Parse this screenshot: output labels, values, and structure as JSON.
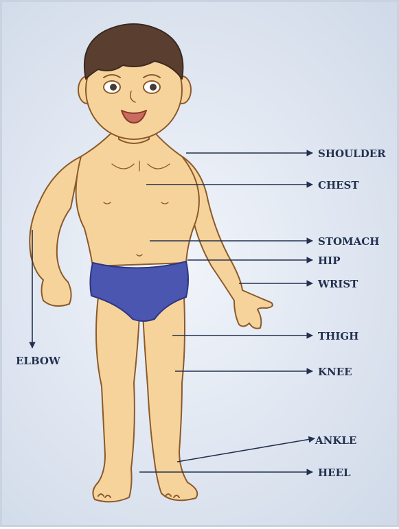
{
  "labels": {
    "shoulder": "SHOULDER",
    "chest": "CHEST",
    "stomach": "STOMACH",
    "hip": "HIP",
    "wrist": "WRIST",
    "thigh": "THIGH",
    "knee": "KNEE",
    "ankle": "ANKLE",
    "heel": "HEEL",
    "elbow": "ELBOW"
  },
  "colors": {
    "skin": "#f7d39c",
    "skin_outline": "#8a5a2b",
    "hair": "#5a3f30",
    "underwear": "#4a56b0",
    "label_text": "#23314f",
    "arrow": "#23314f",
    "background": "#dfe6f1"
  }
}
